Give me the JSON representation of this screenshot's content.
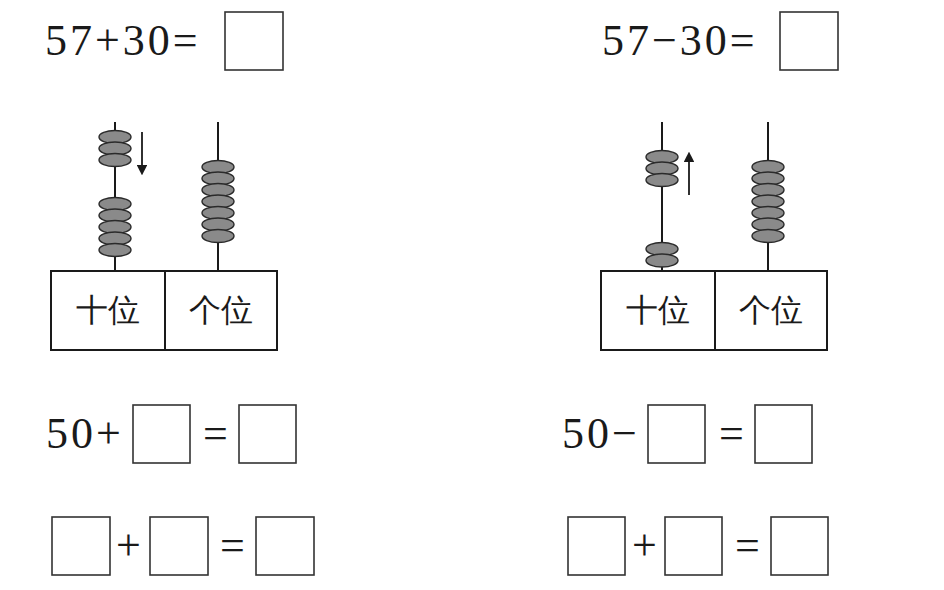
{
  "diagram": {
    "nodes": [
      {
        "text": [
          "十位"
        ]
      },
      {
        "text": [
          "个位"
        ]
      },
      {
        "text": [
          "十位"
        ]
      },
      {
        "text": [
          "个位"
        ]
      }
    ],
    "labels": [
      "57+30=",
      "57−30=",
      "50+",
      "=",
      "50−",
      "=",
      "+",
      "=",
      "+",
      "="
    ]
  }
}
